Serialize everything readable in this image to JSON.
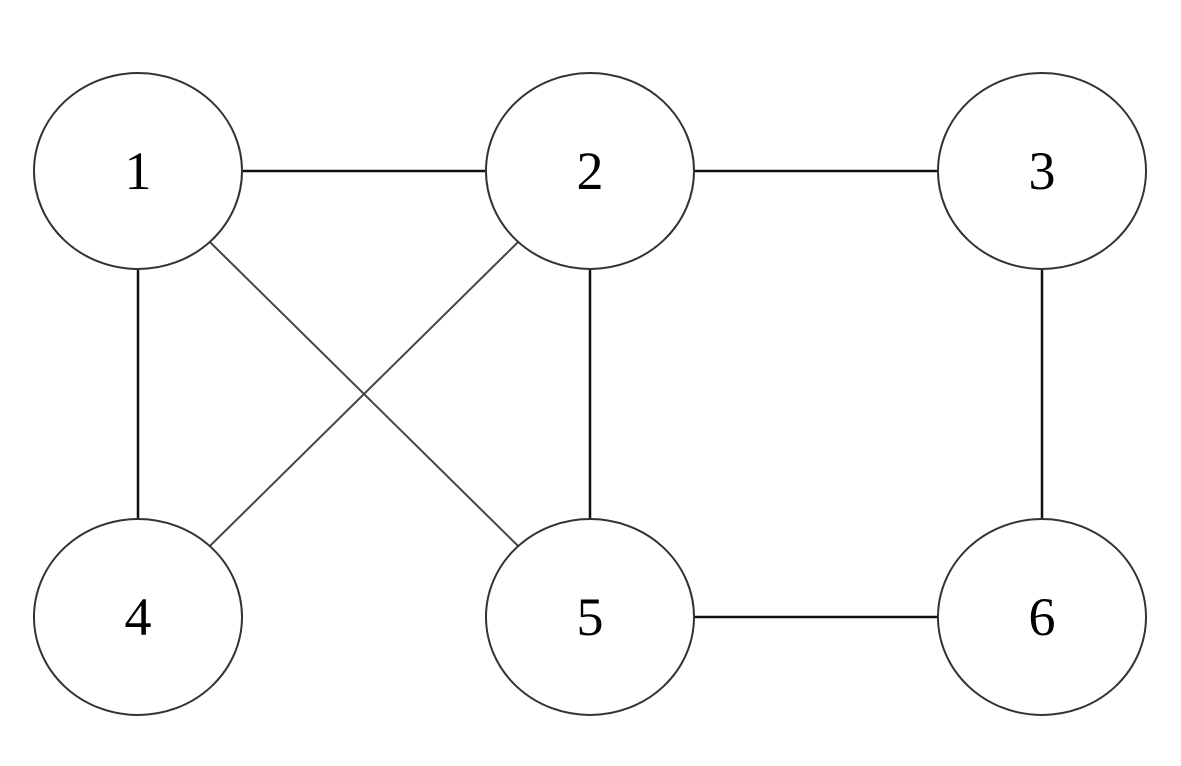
{
  "graph": {
    "nodes": [
      {
        "id": "1",
        "label": "1"
      },
      {
        "id": "2",
        "label": "2"
      },
      {
        "id": "3",
        "label": "3"
      },
      {
        "id": "4",
        "label": "4"
      },
      {
        "id": "5",
        "label": "5"
      },
      {
        "id": "6",
        "label": "6"
      }
    ],
    "edges": [
      {
        "from": "1",
        "to": "2"
      },
      {
        "from": "2",
        "to": "3"
      },
      {
        "from": "1",
        "to": "4"
      },
      {
        "from": "1",
        "to": "5"
      },
      {
        "from": "2",
        "to": "4"
      },
      {
        "from": "2",
        "to": "5"
      },
      {
        "from": "3",
        "to": "6"
      },
      {
        "from": "5",
        "to": "6"
      }
    ]
  }
}
